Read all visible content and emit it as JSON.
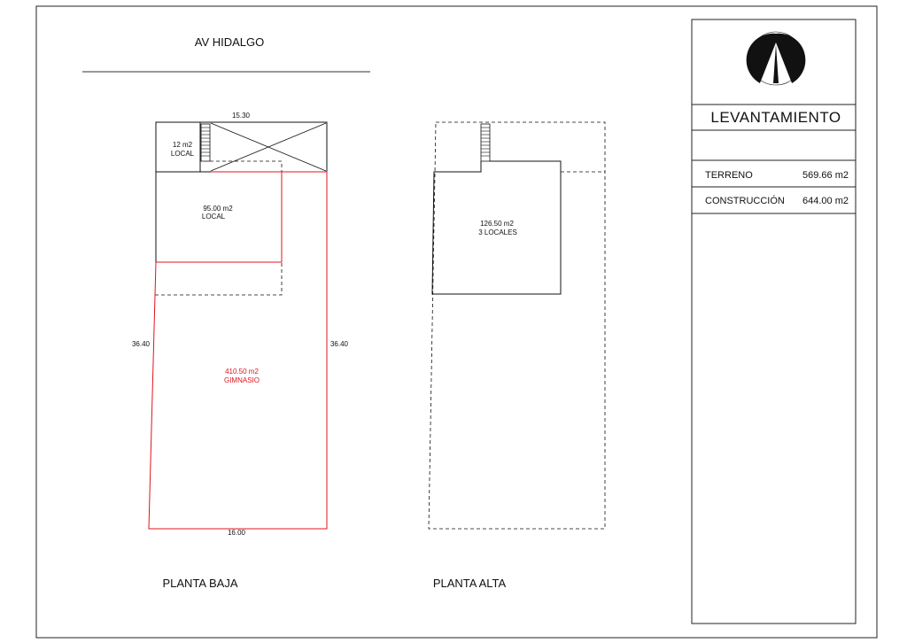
{
  "street": "AV HIDALGO",
  "planta_baja": {
    "label": "PLANTA BAJA",
    "dim_top": "15.30",
    "dim_bottom": "16.00",
    "dim_left": "36.40",
    "dim_right": "36.40",
    "local_small": {
      "area": "12 m2",
      "name": "LOCAL"
    },
    "local": {
      "area": "95.00 m2",
      "name": "LOCAL"
    },
    "gimnasio": {
      "area": "410.50 m2",
      "name": "GIMNASIO"
    }
  },
  "planta_alta": {
    "label": "PLANTA ALTA",
    "locales": {
      "area": "126.50 m2",
      "name": "3 LOCALES"
    }
  },
  "title_block": {
    "title": "LEVANTAMIENTO",
    "rows": [
      {
        "label": "TERRENO",
        "value": "569.66 m2"
      },
      {
        "label": "CONSTRUCCIÓN",
        "value": "644.00 m2"
      }
    ]
  },
  "colors": {
    "gym_outline": "#e0141e",
    "line": "#111111"
  }
}
